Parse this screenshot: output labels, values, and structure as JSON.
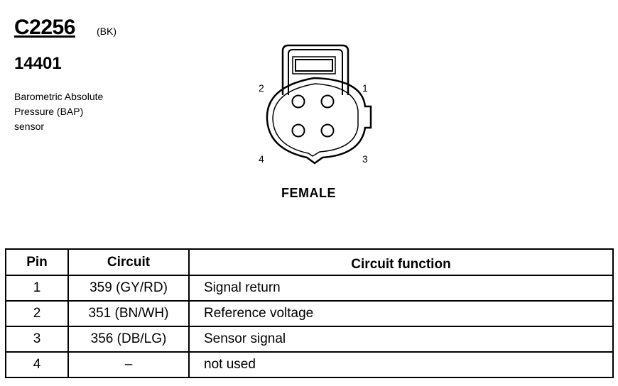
{
  "header": {
    "connector_id": "C2256",
    "connector_color": "(BK)",
    "part_number": "14401",
    "description": [
      "Barometric Absolute",
      "Pressure (BAP)",
      "sensor"
    ]
  },
  "connector": {
    "pin_labels": {
      "p1": "1",
      "p2": "2",
      "p3": "3",
      "p4": "4"
    },
    "gender_label": "FEMALE"
  },
  "table": {
    "headers": [
      "Pin",
      "Circuit",
      "Circuit function"
    ],
    "rows": [
      {
        "pin": "1",
        "circuit": "359 (GY/RD)",
        "function": "Signal return"
      },
      {
        "pin": "2",
        "circuit": "351 (BN/WH)",
        "function": "Reference voltage"
      },
      {
        "pin": "3",
        "circuit": "356 (DB/LG)",
        "function": "Sensor signal"
      },
      {
        "pin": "4",
        "circuit": "–",
        "function": "not used"
      }
    ]
  }
}
